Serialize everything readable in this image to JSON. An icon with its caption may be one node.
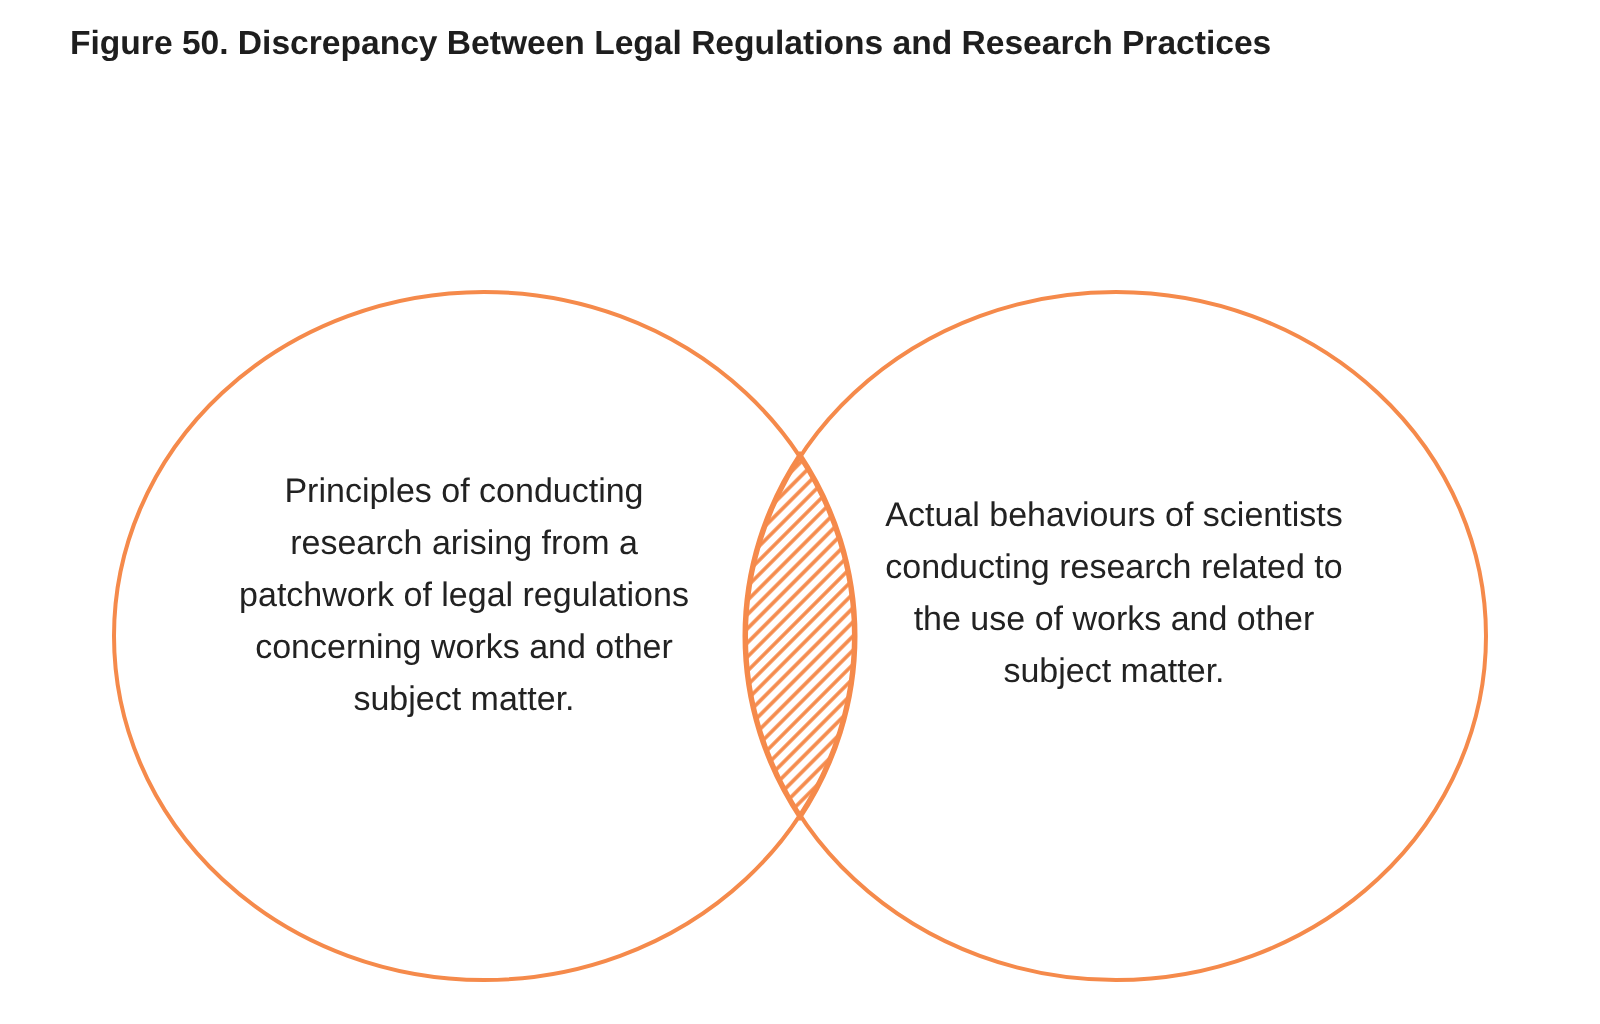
{
  "diagram": {
    "title": "Figure 50. Discrepancy Between Legal Regulations and Research Practices",
    "nodes": [
      {
        "text": [
          "Principles of conducting research arising from a patchwork of legal regulations concerning works and other subject matter."
        ]
      },
      {
        "text": [
          "Actual behaviours of scientists conducting research related to the use of works and other subject matter."
        ]
      },
      {
        "text": [],
        "shape": "lens"
      }
    ]
  }
}
